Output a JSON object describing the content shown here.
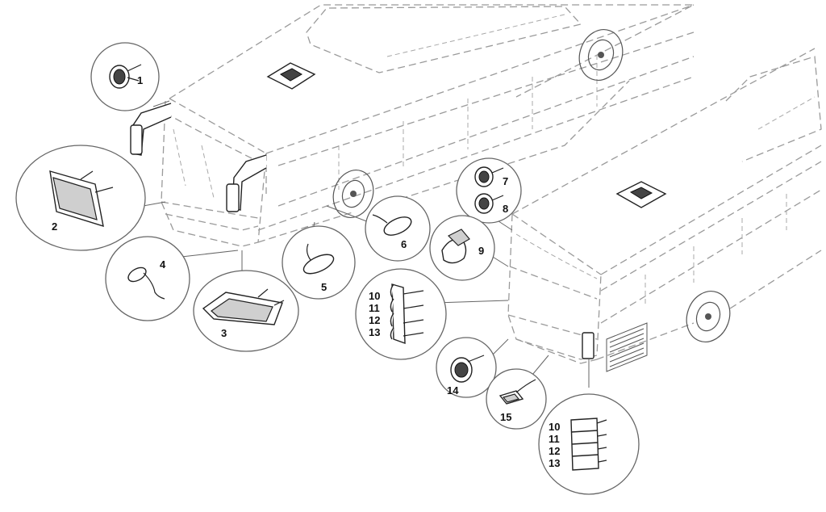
{
  "callouts": {
    "c1": "1",
    "c2": "2",
    "c3": "3",
    "c4": "4",
    "c5": "5",
    "c6": "6",
    "c7": "7",
    "c8": "8",
    "c9": "9",
    "c10a": "10",
    "c11a": "11",
    "c12a": "12",
    "c13a": "13",
    "c14": "14",
    "c15": "15",
    "c10b": "10",
    "c11b": "11",
    "c12b": "12",
    "c13b": "13"
  },
  "colors": {
    "outline": "#9a9a9a",
    "part": "#222222",
    "background": "#ffffff"
  }
}
